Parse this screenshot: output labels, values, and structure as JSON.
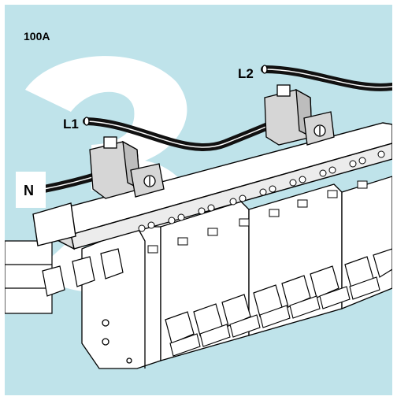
{
  "rating": "100A",
  "labels": {
    "l1": "L1",
    "l2": "L2",
    "n": "N"
  },
  "colors": {
    "background": "#bfe3ea",
    "numeral": "#ffffff",
    "housing": "#ffffff",
    "connector": "#d6d6d6",
    "cable": "#111111",
    "outline": "#000000"
  }
}
